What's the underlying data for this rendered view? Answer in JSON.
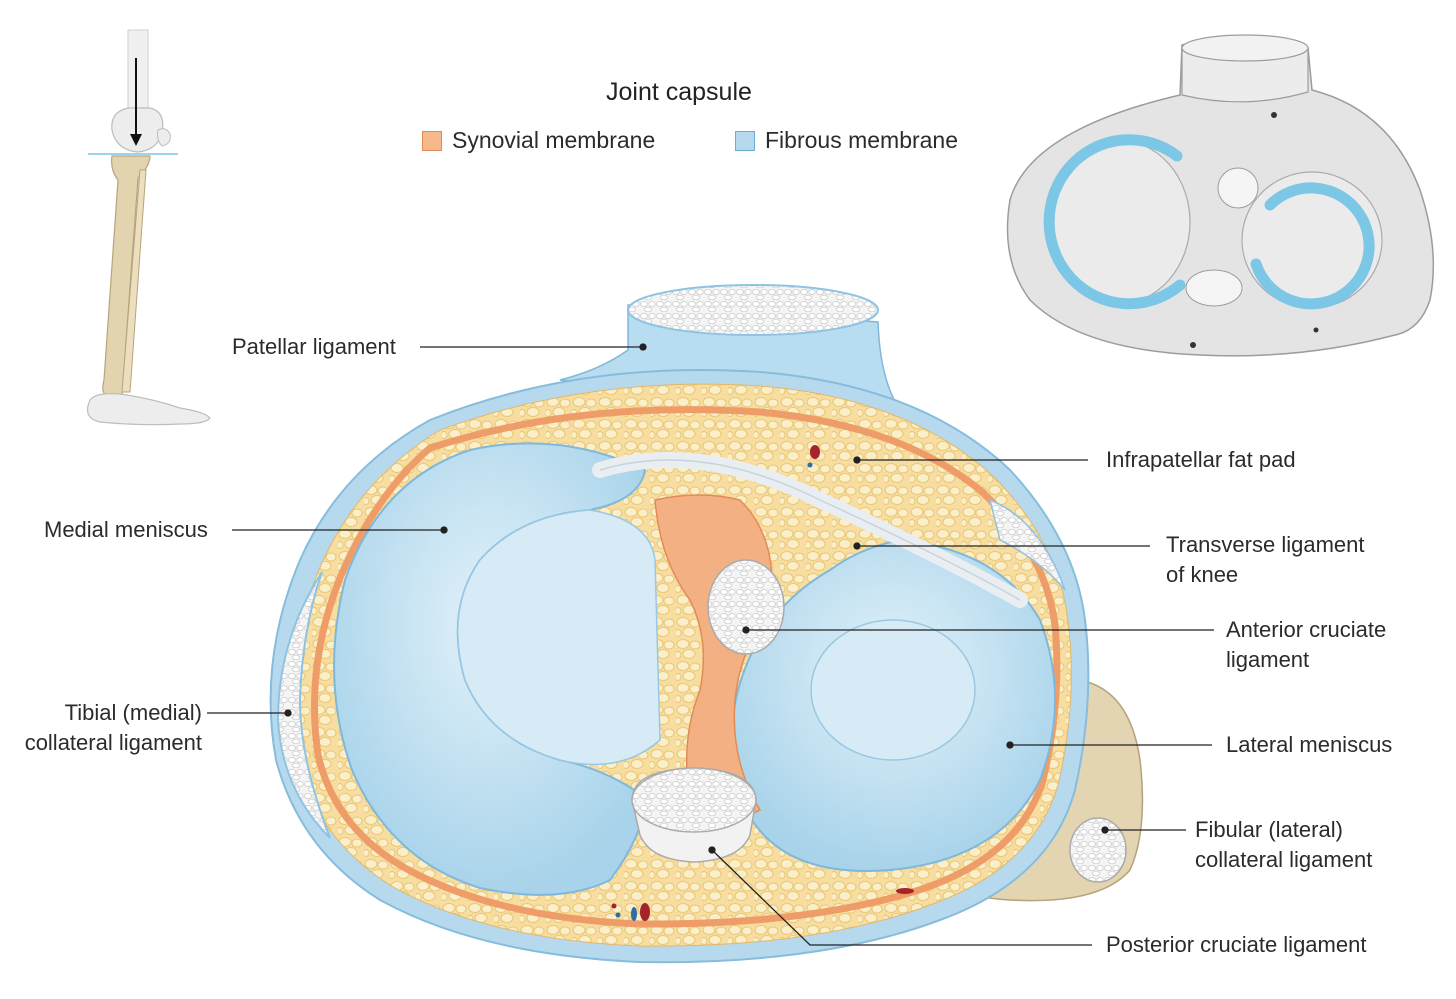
{
  "legend": {
    "title": "Joint capsule",
    "items": [
      {
        "label": "Synovial membrane",
        "color": "#f6b98c",
        "border": "#e08a55"
      },
      {
        "label": "Fibrous membrane",
        "color": "#b6d9ee",
        "border": "#6aaed6"
      }
    ]
  },
  "labels": {
    "patellar_ligament": "Patellar ligament",
    "infrapatellar_fat_pad": "Infrapatellar fat pad",
    "medial_meniscus": "Medial meniscus",
    "transverse_ligament_1": "Transverse ligament",
    "transverse_ligament_2": "of knee",
    "acl_1": "Anterior cruciate",
    "acl_2": "ligament",
    "tibial_collateral_1": "Tibial (medial)",
    "tibial_collateral_2": "collateral ligament",
    "lateral_meniscus": "Lateral meniscus",
    "fibular_collateral_1": "Fibular (lateral)",
    "fibular_collateral_2": "collateral ligament",
    "pcl": "Posterior cruciate ligament"
  },
  "colors": {
    "fibrous": "#a9d2ea",
    "synovial": "#f3a877",
    "fat": "#f6dc9c",
    "meniscus": "#cfe7f3",
    "cartilage_blue": "#6ec1e4",
    "bone": "#e6d7b5"
  }
}
